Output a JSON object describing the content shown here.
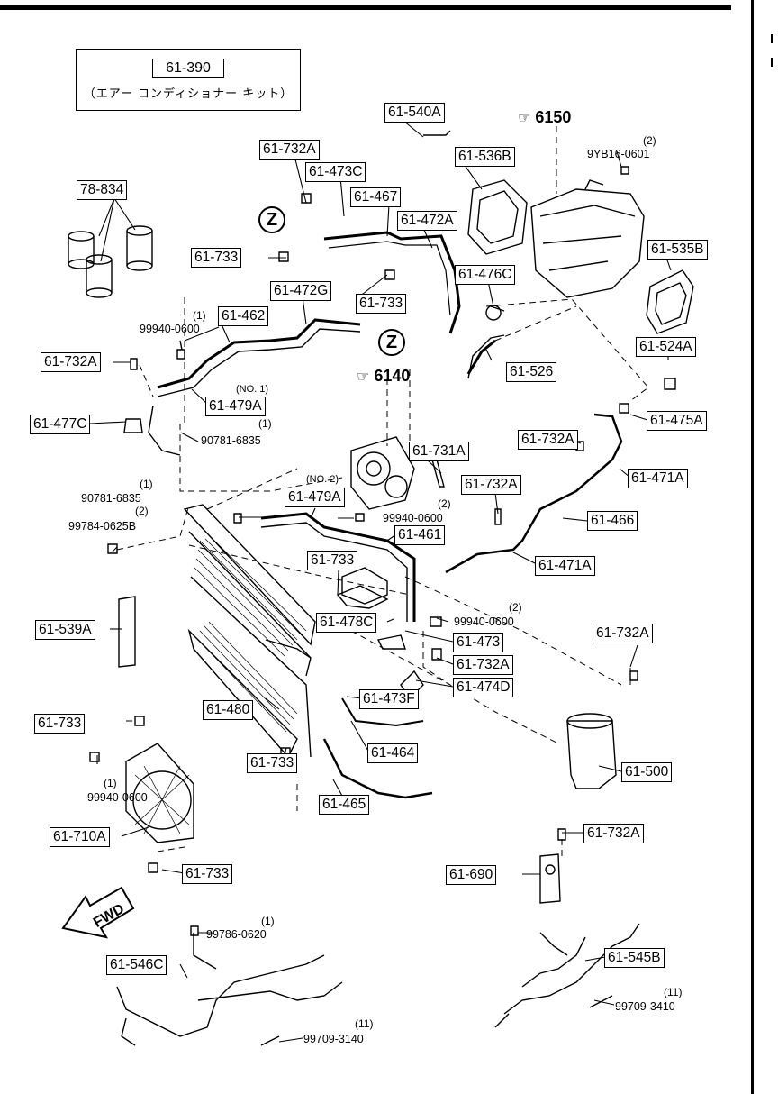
{
  "kit": {
    "code": "61-390",
    "description": "（エアー コンディショナー キット）"
  },
  "references": [
    {
      "id": "r6150",
      "text": "6150",
      "icon": "pointing-hand-icon"
    },
    {
      "id": "r6140",
      "text": "6140",
      "icon": "pointing-hand-icon"
    }
  ],
  "z_markers": [
    "Z",
    "Z"
  ],
  "boxed_labels": [
    "61-540A",
    "61-536B",
    "78-834",
    "61-732A",
    "61-473C",
    "61-467",
    "61-472A",
    "61-733",
    "61-733",
    "61-476C",
    "61-535B",
    "61-472G",
    "61-462",
    "61-732A",
    "61-479A",
    "61-477C",
    "61-526",
    "61-524A",
    "61-475A",
    "61-732A",
    "61-731A",
    "61-471A",
    "61-732A",
    "61-479A",
    "61-466",
    "61-461",
    "61-733",
    "61-471A",
    "61-539A",
    "61-478C",
    "61-473",
    "61-732A",
    "61-732A",
    "61-474D",
    "61-480",
    "61-473F",
    "61-733",
    "61-464",
    "61-733",
    "61-500",
    "61-465",
    "61-710A",
    "61-732A",
    "61-690",
    "61-733",
    "61-546C",
    "61-545B"
  ],
  "plain_parts": [
    "9YB16-0601",
    "99940-0600",
    "90781-6835",
    "90781-6835",
    "99784-0625B",
    "99940-0600",
    "99940-0600",
    "99940-0600",
    "99786-0620",
    "99709-3410",
    "99709-3140"
  ],
  "quantities": [
    "(2)",
    "(1)",
    "(1)",
    "(1)",
    "(2)",
    "(2)",
    "(2)",
    "(1)",
    "(1)",
    "(11)",
    "(11)"
  ],
  "notes": [
    "(NO. 1)",
    "(NO. 2)"
  ],
  "fwd": "FWD"
}
